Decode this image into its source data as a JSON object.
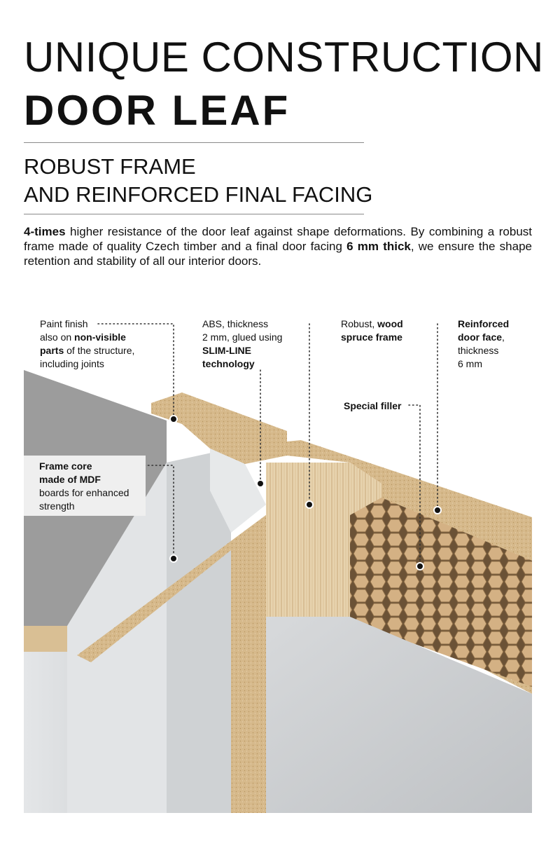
{
  "heading": {
    "line1": "UNIQUE CONSTRUCTION",
    "line2": "DOOR LEAF"
  },
  "subheading": {
    "line1": "ROBUST FRAME",
    "line2": "AND REINFORCED FINAL FACING"
  },
  "intro": {
    "b1": "4-times",
    "t1": " higher resistance of the door leaf against shape deformations. By combining a robust frame made of quality Czech timber and a final door facing ",
    "b2": "6 mm thick",
    "t2": ", we ensure the shape retention and stability of all our interior doors."
  },
  "callouts": {
    "paint": {
      "l1": "Paint finish",
      "l2a": "also on ",
      "l2b": "non-visible",
      "l3a": "parts",
      "l3b": " of the structure,",
      "l4": "including joints"
    },
    "abs": {
      "l1": "ABS, thickness",
      "l2": "2 mm, glued using",
      "l3": "SLIM-LINE",
      "l4": "technology"
    },
    "wood": {
      "l1a": "Robust, ",
      "l1b": "wood",
      "l2": "spruce frame"
    },
    "face": {
      "l1": "Reinforced",
      "l2a": "door face",
      "l2b": ",",
      "l3": "thickness",
      "l4": "6 mm"
    },
    "filler": {
      "l1": "Special filler"
    },
    "mdf": {
      "l1": "Frame core",
      "l2": "made of MDF",
      "l3": "boards for enhanced",
      "l4": "strength"
    }
  },
  "colors": {
    "concrete": "#9a9a9a",
    "mdf_core": "#d9bf94",
    "spruce": "#e6d2ad",
    "honeycomb": "#c9a679",
    "door_face": "#d4d6d8",
    "frame_paint": "#eceeef"
  }
}
